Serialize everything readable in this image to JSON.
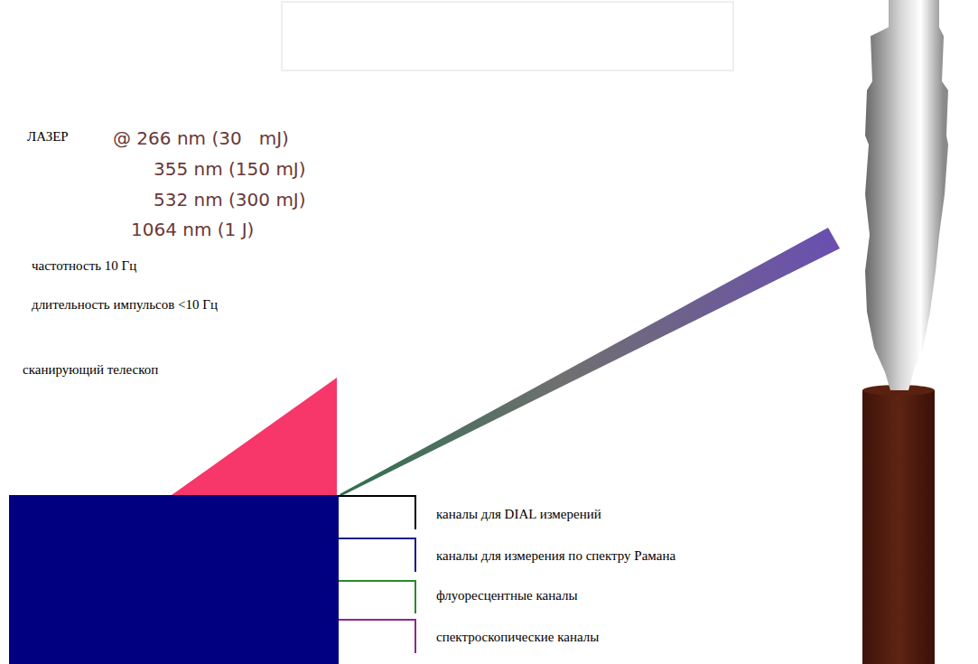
{
  "diagram": {
    "labels": [
      "ЛАЗЕР",
      "@ 266 nm (30   mJ)",
      "355 nm (150 mJ)",
      "532 nm (300 mJ)",
      "1064 nm (1 J)",
      "частотность 10 Гц",
      "длительность импульсов <10 Гц",
      "сканирующий телескоп",
      "каналы для DIAL измерений",
      "каналы для измерения по спектру Рамана",
      "флуоресцентные каналы",
      "спектроскопические каналы"
    ]
  }
}
